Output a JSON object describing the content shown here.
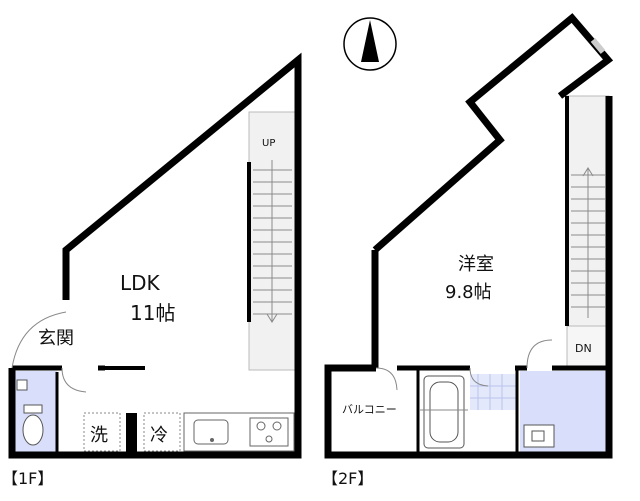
{
  "floor1": {
    "floor_label": "【1F】",
    "ldk_label": "LDK",
    "ldk_size": "11帖",
    "entrance_label": "玄関",
    "stairs_label": "UP",
    "washer_label": "洗",
    "fridge_label": "冷"
  },
  "floor2": {
    "floor_label": "【2F】",
    "room_label": "洋室",
    "room_size": "9.8帖",
    "balcony_label": "バルコニー",
    "stairs_label": "DN"
  },
  "colors": {
    "wall": "#000000",
    "wet_area": "#d9defa",
    "stair_fill": "#f0f0f0",
    "tile": "#cfd6f2"
  },
  "icons": [
    "north-compass-icon",
    "door-swing-icon",
    "stove-icon",
    "sink-icon",
    "toilet-icon",
    "bathtub-icon"
  ]
}
